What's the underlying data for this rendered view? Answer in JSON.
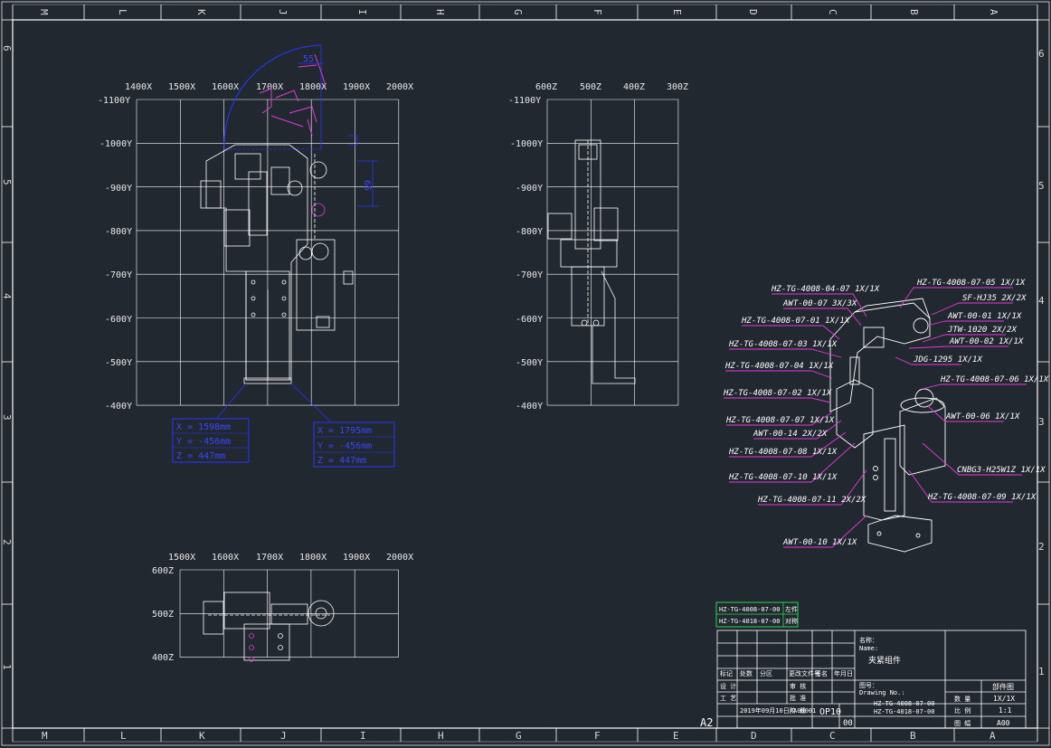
{
  "frame": {
    "top_zones": [
      "M",
      "L",
      "K",
      "J",
      "I",
      "H",
      "G",
      "F",
      "E",
      "D",
      "C",
      "B",
      "A"
    ],
    "bottom_zones": [
      "M",
      "L",
      "K",
      "J",
      "I",
      "H",
      "G",
      "F",
      "E",
      "D",
      "C",
      "B",
      "A"
    ],
    "side_rows": [
      "6",
      "5",
      "4",
      "3",
      "2",
      "1"
    ],
    "sheet_size": "A2"
  },
  "front_view": {
    "x_ticks": [
      "1400X",
      "1500X",
      "1600X",
      "1700X",
      "1800X",
      "1900X",
      "2000X"
    ],
    "y_ticks": [
      "-1100Y",
      "-1000Y",
      "-900Y",
      "-800Y",
      "-700Y",
      "-600Y",
      "-500Y",
      "-400Y"
    ],
    "dim_55": "55",
    "dim_65": "65",
    "coord_box_left": [
      "X = 1598mm",
      "Y = -456mm",
      "Z = 447mm"
    ],
    "coord_box_right": [
      "X = 1795mm",
      "Y = -456mm",
      "Z = 447mm"
    ]
  },
  "side_view": {
    "z_ticks": [
      "600Z",
      "500Z",
      "400Z",
      "300Z"
    ],
    "y_ticks": [
      "-1100Y",
      "-1000Y",
      "-900Y",
      "-800Y",
      "-700Y",
      "-600Y",
      "-500Y",
      "-400Y"
    ]
  },
  "top_view": {
    "x_ticks": [
      "1500X",
      "1600X",
      "1700X",
      "1800X",
      "1900X",
      "2000X"
    ],
    "z_ticks": [
      "600Z",
      "500Z",
      "400Z"
    ]
  },
  "iso_callouts": {
    "left": [
      "HZ-TG-4008-04-07 1X/1X",
      "AWT-00-07 3X/3X",
      "HZ-TG-4008-07-01 1X/1X",
      "HZ-TG-4008-07-03 1X/1X",
      "HZ-TG-4008-07-04 1X/1X",
      "HZ-TG-4008-07-02 1X/1X",
      "HZ-TG-4008-07-07 1X/1X",
      "AWT-00-14 2X/2X",
      "HZ-TG-4008-07-08 1X/1X",
      "HZ-TG-4008-07-10 1X/1X",
      "HZ-TG-4008-07-11 2X/2X",
      "AWT-00-10 1X/1X"
    ],
    "right": [
      "HZ-TG-4008-07-05 1X/1X",
      "SF-HJ35 2X/2X",
      "AWT-00-01 1X/1X",
      "JTW-1020 2X/2X",
      "AWT-00-02 1X/1X",
      "JDG-1295 1X/1X",
      "HZ-TG-4008-07-06 1X/1X",
      "AWT-00-06 1X/1X",
      "CNBG3-H25W1Z 1X/1X",
      "HZ-TG-4008-07-09 1X/1X"
    ]
  },
  "variant_box": [
    {
      "code": "HZ-TG-4008-07-00",
      "side": "左件"
    },
    {
      "code": "HZ-TG-4018-07-00",
      "side": "对称"
    }
  ],
  "title_block": {
    "name_label": "名称：",
    "name_label_en": "Name:",
    "name_value": "夹紧组件",
    "drawing_label": "图号：",
    "drawing_label_en": "Drawing No.:",
    "drawing_no_1": "HZ-TG-4008-07-00",
    "drawing_no_2": "HZ-TG-4018-07-00",
    "station": "OP10",
    "revision_cell": "00",
    "quantity_label": "数 量",
    "quantity": "1X/1X",
    "scale_label": "比 例",
    "scale": "1:1",
    "sheet_label": "图 幅",
    "sheet": "A00",
    "category": "部件图",
    "header_cells": [
      "标记",
      "处数",
      "分区",
      "更改文件号",
      "签名",
      "年月日"
    ],
    "role_cells": [
      "设 计",
      "审 核",
      "工 艺",
      "批 准"
    ],
    "date_cell": "2019年09月10日/A00001",
    "stage_label": "阶 段"
  },
  "colors": {
    "background": "#212830",
    "frame": "#ffffff",
    "grid": "#ffffff",
    "geometry": "#ffffff",
    "blue_geometry": "#2a35ff",
    "magenta_geometry": "#e53ad8",
    "variant_box_border": "#28d84c"
  }
}
